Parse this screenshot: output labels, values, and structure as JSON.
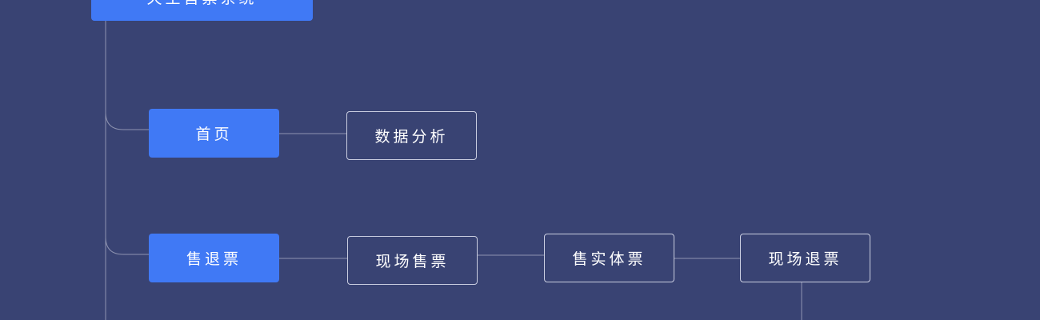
{
  "diagram": {
    "root": {
      "label": "天王售票系统"
    },
    "branches": [
      {
        "label": "首页",
        "children": [
          "数据分析"
        ]
      },
      {
        "label": "售退票",
        "children": [
          "现场售票",
          "售实体票",
          "现场退票"
        ]
      }
    ]
  },
  "colors": {
    "background": "#394373",
    "primary_node": "#4079f5",
    "outline_border": "#c9cde0",
    "connector": "#8e93b0",
    "text": "#ffffff"
  }
}
